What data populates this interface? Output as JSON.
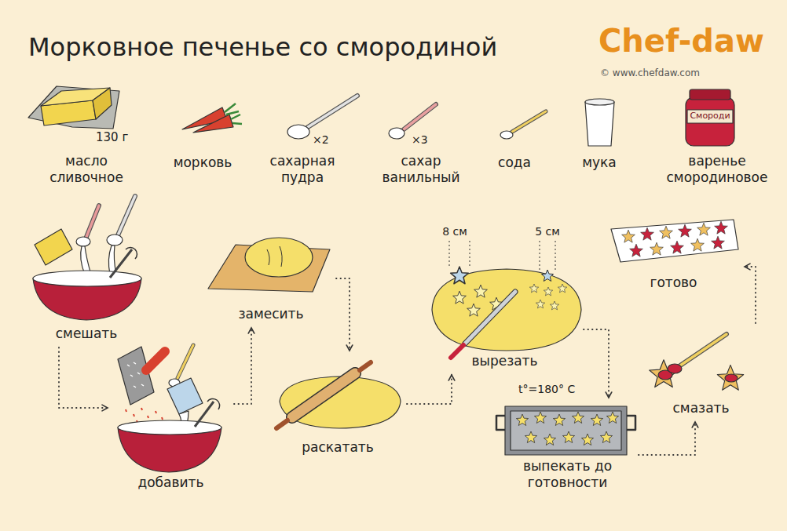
{
  "diagram": {
    "title": "Морковное печенье со смородиной",
    "nodes": [
      {
        "text": [
          "смешать"
        ]
      },
      {
        "text": [
          "добавить"
        ]
      },
      {
        "text": [
          "замесить"
        ]
      },
      {
        "text": [
          "раскатать"
        ]
      },
      {
        "text": [
          "вырезать"
        ]
      },
      {
        "text": [
          "выпекать до готовности"
        ]
      },
      {
        "text": [
          "смазать"
        ]
      },
      {
        "text": [
          "готово"
        ]
      }
    ],
    "edges": [
      {
        "from": 0,
        "to": 1,
        "arrow": "to"
      },
      {
        "from": 1,
        "to": 2,
        "arrow": "to"
      },
      {
        "from": 2,
        "to": 3,
        "arrow": "to"
      },
      {
        "from": 3,
        "to": 4,
        "arrow": "to"
      },
      {
        "from": 4,
        "to": 5,
        "arrow": "to"
      },
      {
        "from": 5,
        "to": 6,
        "arrow": "to"
      },
      {
        "from": 6,
        "to": 7,
        "arrow": "to"
      }
    ],
    "labels": [
      "Chef-daw",
      "© www.chefdaw.com",
      "130 г",
      "масло сливочное",
      "морковь",
      "×2",
      "сахарная пудра",
      "×3",
      "сахар ванильный",
      "сода",
      "мука",
      "варенье смородиновое",
      "Смороди",
      "8 см",
      "5 см",
      "t°=180° C"
    ]
  }
}
